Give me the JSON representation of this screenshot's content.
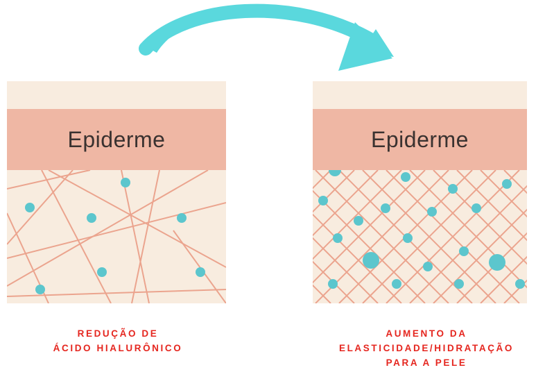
{
  "left_panel": {
    "layer_label": "Epiderme",
    "caption_lines": [
      "REDUÇÃO DE",
      "ÁCIDO HIALURÔNICO"
    ]
  },
  "right_panel": {
    "layer_label": "Epiderme",
    "caption_lines": [
      "AUMENTO DA",
      "ELASTICIDADE/HIDRATAÇÃO",
      "PARA A PELE"
    ]
  },
  "colors": {
    "background": "#ffffff",
    "skin_base": "#f8ecdf",
    "epidermis_band": "#efb7a4",
    "fiber_lines": "#eba48e",
    "dots": "#5cc6cd",
    "arrow": "#5ad8dd",
    "caption_text": "#e5261f"
  }
}
